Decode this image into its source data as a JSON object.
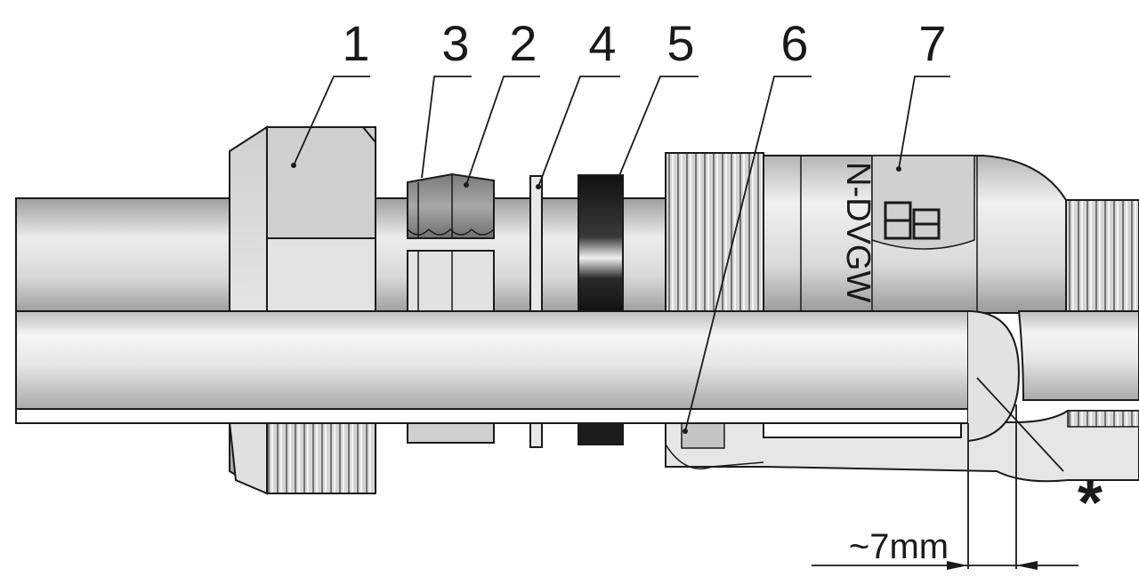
{
  "labels": {
    "l1": "1",
    "l2": "2",
    "l3": "3",
    "l4": "4",
    "l5": "5",
    "l6": "6",
    "l7": "7",
    "asterisk": "*",
    "dimension": "~7mm",
    "body_marking": "N-DVGW"
  },
  "colors": {
    "outline": "#1a1a1a",
    "metal_light": "#f2f2f2",
    "metal_mid": "#c8c8c8",
    "metal_dark": "#8a8a8a",
    "seal_dark": "#1c1c1c"
  }
}
